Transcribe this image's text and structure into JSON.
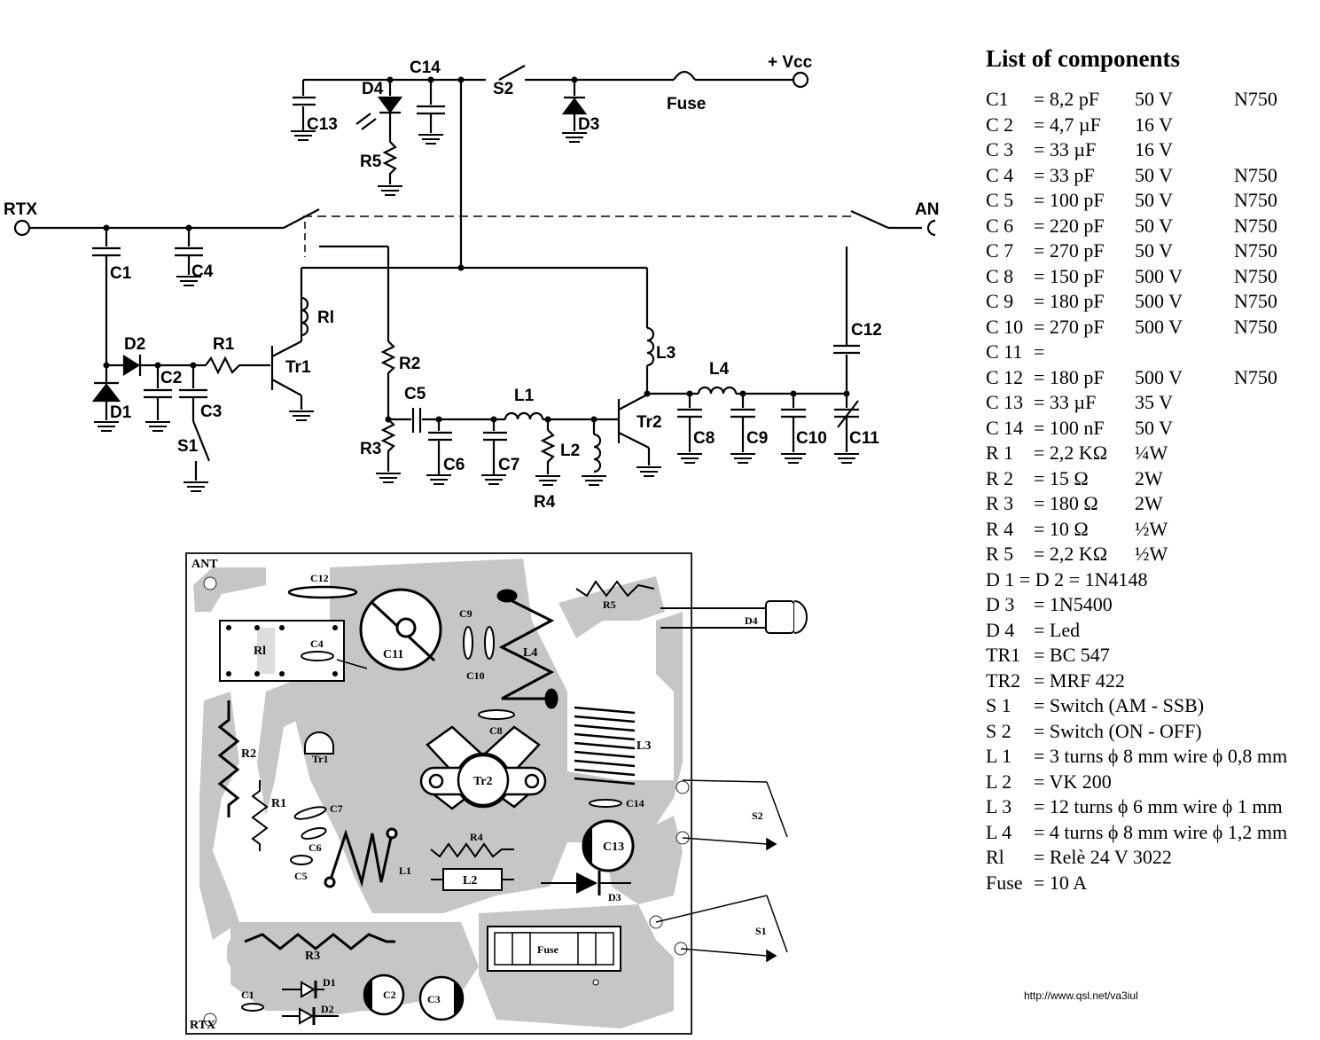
{
  "schematic": {
    "labels": {
      "rtx": "RTX",
      "an": "AN",
      "vcc": "+ Vcc",
      "fuse": "Fuse",
      "c1": "C1",
      "c2": "C2",
      "c3": "C3",
      "c4": "C4",
      "c5": "C5",
      "c6": "C6",
      "c7": "C7",
      "c8": "C8",
      "c9": "C9",
      "c10": "C10",
      "c11": "C11",
      "c12": "C12",
      "c13": "C13",
      "c14": "C14",
      "d1": "D1",
      "d2": "D2",
      "d3": "D3",
      "d4": "D4",
      "r1": "R1",
      "r2": "R2",
      "r3": "R3",
      "r4": "R4",
      "r5": "R5",
      "l1": "L1",
      "l2": "L2",
      "l3": "L3",
      "l4": "L4",
      "rl": "Rl",
      "tr1": "Tr1",
      "tr2": "Tr2",
      "s1": "S1",
      "s2": "S2"
    }
  },
  "pcb": {
    "labels": {
      "ant": "ANT",
      "rtx": "RTX",
      "rl": "Rl",
      "c4": "C4",
      "c11": "C11",
      "c12": "C12",
      "c9": "C9",
      "c10": "C10",
      "l4": "L4",
      "r5": "R5",
      "d4": "D4",
      "c8": "C8",
      "r2": "R2",
      "tr1": "Tr1",
      "r1": "R1",
      "tr2": "Tr2",
      "l3": "L3",
      "c14": "C14",
      "c7": "C7",
      "c6": "C6",
      "c5": "C5",
      "l1": "L1",
      "r4": "R4",
      "l2": "L2",
      "c13": "C13",
      "d3": "D3",
      "s2": "S2",
      "s1": "S1",
      "fuse": "Fuse",
      "r3": "R3",
      "c1": "C1",
      "d1": "D1",
      "d2": "D2",
      "c2": "C2",
      "c3": "C3"
    }
  },
  "components": {
    "title": "List of components",
    "rows": [
      {
        "ref": "C1",
        "value": "= 8,2 pF",
        "rating": "50 V",
        "tc": "N750"
      },
      {
        "ref": "C 2",
        "value": "= 4,7 µF",
        "rating": "16 V",
        "tc": ""
      },
      {
        "ref": "C 3",
        "value": "= 33 µF",
        "rating": "16 V",
        "tc": ""
      },
      {
        "ref": "C 4",
        "value": "= 33 pF",
        "rating": "50 V",
        "tc": "N750"
      },
      {
        "ref": "C 5",
        "value": "= 100 pF",
        "rating": "50 V",
        "tc": "N750"
      },
      {
        "ref": "C 6",
        "value": "= 220 pF",
        "rating": "50 V",
        "tc": "N750"
      },
      {
        "ref": "C 7",
        "value": "= 270 pF",
        "rating": "50 V",
        "tc": "N750"
      },
      {
        "ref": "C 8",
        "value": "= 150 pF",
        "rating": "500 V",
        "tc": "N750"
      },
      {
        "ref": "C 9",
        "value": "= 180 pF",
        "rating": "500 V",
        "tc": "N750"
      },
      {
        "ref": "C 10",
        "value": "= 270 pF",
        "rating": "500 V",
        "tc": "N750"
      },
      {
        "ref": "C 11",
        "value": "=",
        "rating": "",
        "tc": ""
      },
      {
        "ref": "C 12",
        "value": "= 180 pF",
        "rating": "500 V",
        "tc": "N750"
      },
      {
        "ref": "C 13",
        "value": "= 33 µF",
        "rating": "35 V",
        "tc": ""
      },
      {
        "ref": "C 14",
        "value": "= 100 nF",
        "rating": "50 V",
        "tc": ""
      },
      {
        "ref": "R 1",
        "value": "= 2,2 KΩ",
        "rating": "¼W",
        "tc": ""
      },
      {
        "ref": "R 2",
        "value": "= 15 Ω",
        "rating": "2W",
        "tc": ""
      },
      {
        "ref": "R 3",
        "value": "= 180 Ω",
        "rating": "2W",
        "tc": ""
      },
      {
        "ref": "R 4",
        "value": "= 10 Ω",
        "rating": "½W",
        "tc": ""
      },
      {
        "ref": "R 5",
        "value": "= 2,2 KΩ",
        "rating": "½W",
        "tc": ""
      },
      {
        "ref": "D 1 = D 2 = 1N4148",
        "value": "",
        "rating": "",
        "tc": ""
      },
      {
        "ref": "D 3",
        "value": "= 1N5400",
        "rating": "",
        "tc": ""
      },
      {
        "ref": "D 4",
        "value": "= Led",
        "rating": "",
        "tc": ""
      },
      {
        "ref": "TR1",
        "value": "= BC 547",
        "rating": "",
        "tc": ""
      },
      {
        "ref": "TR2",
        "value": "= MRF 422",
        "rating": "",
        "tc": ""
      },
      {
        "ref": "S 1",
        "value": "= Switch (AM - SSB)",
        "rating": "",
        "tc": ""
      },
      {
        "ref": "S 2",
        "value": "= Switch (ON - OFF)",
        "rating": "",
        "tc": ""
      },
      {
        "ref": "L 1",
        "value": "= 3 turns ϕ 8 mm wire ϕ 0,8 mm",
        "rating": "",
        "tc": ""
      },
      {
        "ref": "L 2",
        "value": "= VK 200",
        "rating": "",
        "tc": ""
      },
      {
        "ref": "L 3",
        "value": "= 12 turns ϕ  6 mm wire ϕ 1 mm",
        "rating": "",
        "tc": ""
      },
      {
        "ref": "L 4",
        "value": "= 4 turns ϕ 8 mm wire ϕ 1,2 mm",
        "rating": "",
        "tc": ""
      },
      {
        "ref": "Rl",
        "value": "= Relè 24 V 3022",
        "rating": "",
        "tc": ""
      },
      {
        "ref": "Fuse",
        "value": "= 10 A",
        "rating": "",
        "tc": ""
      }
    ]
  },
  "footer": {
    "url": "http://www.qsl.net/va3iul"
  }
}
